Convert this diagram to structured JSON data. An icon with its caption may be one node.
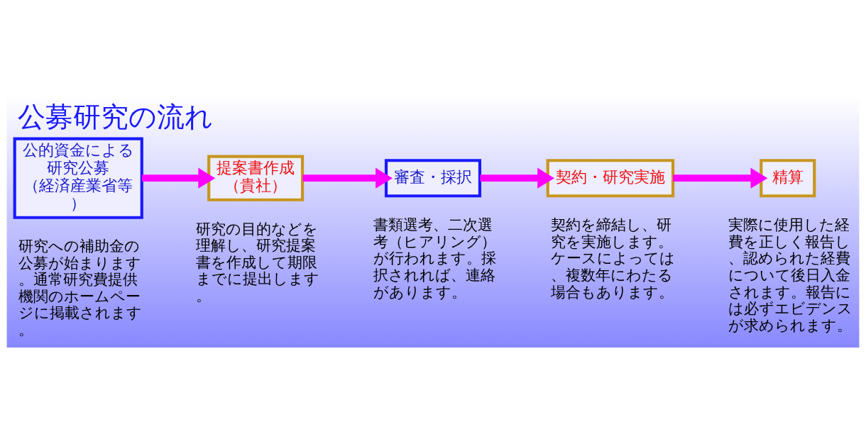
{
  "diagram": {
    "title": "公募研究の流れ",
    "nodes": [
      {
        "text": [
          "公的資金による研究公募",
          "（経済産業省等）"
        ],
        "beside": [
          "研究への補助金の公募が始まります。通常研究費提供機関のホームページに掲載されます。"
        ]
      },
      {
        "text": [
          "提案書作成",
          "（貴社）"
        ],
        "beside": [
          "研究の目的などを理解し、研究提案書を作成して期限までに提出します。"
        ]
      },
      {
        "text": [
          "審査・採択"
        ],
        "beside": [
          "書類選考、二次選考（ヒアリング）が行われます。採択されれば、連絡があります。"
        ]
      },
      {
        "text": [
          "契約・研究実施"
        ],
        "beside": [
          "契約を締結し、研究を実施します。ケースによっては、複数年にわたる場合もあります。"
        ]
      },
      {
        "text": [
          "精算"
        ],
        "beside": [
          "実際に使用した経費を正しく報告し、認められた経費について後日入金されます。報告には必ずエビデンスが求められます。"
        ]
      }
    ],
    "edges": [
      {
        "from": 0,
        "to": 1,
        "arrow": "to"
      },
      {
        "from": 1,
        "to": 2,
        "arrow": "to"
      },
      {
        "from": 2,
        "to": 3,
        "arrow": "to"
      },
      {
        "from": 3,
        "to": 4,
        "arrow": "to"
      }
    ]
  }
}
